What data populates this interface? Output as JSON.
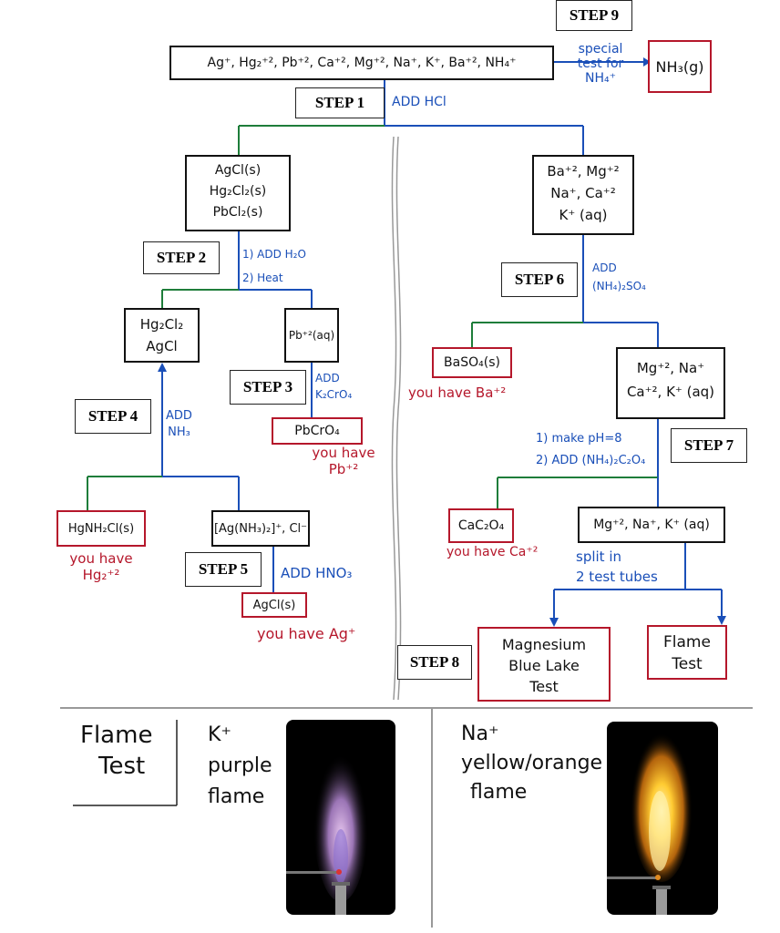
{
  "steps": {
    "s1": "STEP 1",
    "s2": "STEP 2",
    "s3": "STEP 3",
    "s4": "STEP 4",
    "s5": "STEP 5",
    "s6": "STEP 6",
    "s7": "STEP 7",
    "s8": "STEP 8",
    "s9": "STEP 9"
  },
  "top": {
    "ions": "Ag⁺, Hg₂⁺², Pb⁺², Ca⁺², Mg⁺², Na⁺, K⁺, Ba⁺², NH₄⁺",
    "special_1": "special",
    "special_2": "test for",
    "special_3": "NH₄⁺",
    "nh3": "NH₃(g)",
    "add_hcl": "ADD HCl"
  },
  "left": {
    "ppt_1": "AgCl(s)",
    "ppt_2": "Hg₂Cl₂(s)",
    "ppt_3": "PbCl₂(s)",
    "step2_1": "1) ADD H₂O",
    "step2_2": "2) Heat",
    "hg2cl2": "Hg₂Cl₂",
    "agcl": "AgCl",
    "pb": "Pb⁺²(aq)",
    "add_k2cro4_1": "ADD",
    "add_k2cro4_2": "K₂CrO₄",
    "pbcro4": "PbCrO₄",
    "you_pb_1": "you have",
    "you_pb_2": "Pb⁺²",
    "add_nh3_1": "ADD",
    "add_nh3_2": "NH₃",
    "hgnh2cl": "HgNH₂Cl(s)",
    "you_hg_1": "you have",
    "you_hg_2": "Hg₂⁺²",
    "ag_complex": "[Ag(NH₃)₂]⁺, Cl⁻",
    "add_hno3": "ADD HNO₃",
    "agcl_s": "AgCl(s)",
    "you_ag": "you have Ag⁺"
  },
  "right": {
    "sol_1": "Ba⁺², Mg⁺²",
    "sol_2": "Na⁺, Ca⁺²",
    "sol_3": "K⁺ (aq)",
    "add_so4_1": "ADD",
    "add_so4_2": "(NH₄)₂SO₄",
    "baso4": "BaSO₄(s)",
    "you_ba": "you have Ba⁺²",
    "mg_1": "Mg⁺², Na⁺",
    "mg_2": "Ca⁺², K⁺ (aq)",
    "ph_1": "1) make pH=8",
    "ph_2": "2) ADD (NH₄)₂C₂O₄",
    "cac2o4": "CaC₂O₄",
    "you_ca": "you have Ca⁺²",
    "mgnak": "Mg⁺², Na⁺, K⁺ (aq)",
    "split_1": "split in",
    "split_2": "2 test tubes",
    "mag_1": "Magnesium",
    "mag_2": "Blue Lake",
    "mag_3": "Test",
    "flame_1": "Flame",
    "flame_2": "Test"
  },
  "bottom": {
    "flame_1": "Flame",
    "flame_2": "Test",
    "k": "K⁺",
    "k_1": "purple",
    "k_2": "flame",
    "na": "Na⁺",
    "na_1": "yellow/orange",
    "na_2": "flame"
  },
  "colors": {
    "black": "#111111",
    "blue": "#1a4fb8",
    "red": "#b5172b",
    "green": "#1e7d3a",
    "grey": "#999999"
  }
}
